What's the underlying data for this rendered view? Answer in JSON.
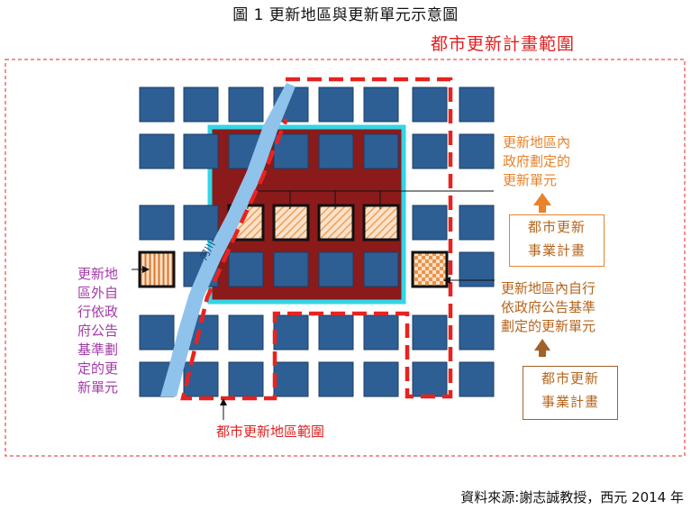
{
  "title": "圖 1 更新地區與更新單元示意圖",
  "plan_area_label": "都市更新計畫範圍",
  "renewal_area_label": "都市更新地區範圍",
  "river_label": "河川",
  "note_inner_gov": [
    "更新地區內",
    "政府劃定的",
    "更新單元"
  ],
  "note_inner_self": [
    "更新地區內自行",
    "依政府公告基準",
    "劃定的更新單元"
  ],
  "note_outer_self": [
    "更新地",
    "區外自",
    "行依政",
    "府公告",
    "基準劃",
    "定的更",
    "新單元"
  ],
  "business_plan_1": [
    "都市更新",
    "事業計畫"
  ],
  "business_plan_2": [
    "都市更新",
    "事業計畫"
  ],
  "source": "資料來源:謝志誠教授，西元 2014 年",
  "colors": {
    "block": "#2d5f94",
    "block_border": "#1a3d66",
    "renewal_area_fill": "#8b1a1a",
    "renewal_area_border": "#33d6e6",
    "dashed_red": "#e8231f",
    "river": "#8fc3ec",
    "hatch": "#f2b27a",
    "orange_text": "#e8822b",
    "purple_text": "#a23aa8"
  }
}
